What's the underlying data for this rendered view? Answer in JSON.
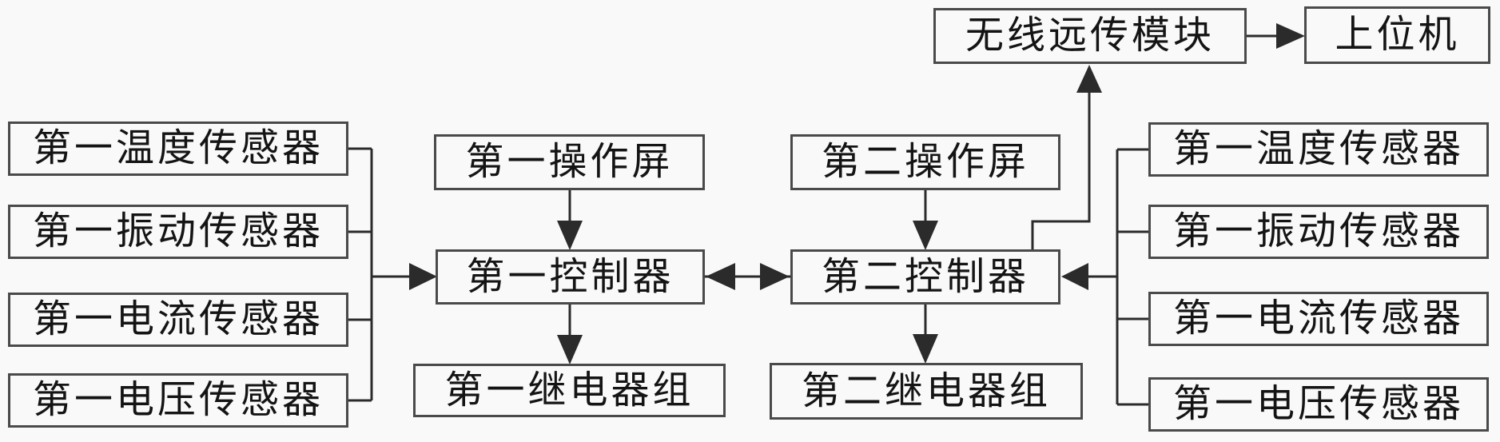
{
  "diagram_type": "block-diagram",
  "description": "Patent-style control system block diagram with two controller columns, sensor banks, relay groups, wireless module and host computer",
  "nodes": {
    "left_sensors": [
      {
        "label": "第一温度传感器"
      },
      {
        "label": "第一振动传感器"
      },
      {
        "label": "第一电流传感器"
      },
      {
        "label": "第一电压传感器"
      }
    ],
    "right_sensors": [
      {
        "label": "第一温度传感器"
      },
      {
        "label": "第一振动传感器"
      },
      {
        "label": "第一电流传感器"
      },
      {
        "label": "第一电压传感器"
      }
    ],
    "column1": {
      "screen": "第一操作屏",
      "controller": "第一控制器",
      "relays": "第一继电器组"
    },
    "column2": {
      "screen": "第二操作屏",
      "controller": "第二控制器",
      "relays": "第二继电器组"
    },
    "wireless": "无线远传模块",
    "host": "上位机"
  },
  "edges": [
    "left_sensors -> controller1 (arrow right)",
    "screen1 -> controller1 (arrow down)",
    "controller1 -> relays1 (arrow down)",
    "controller1 <-> controller2 (double arrow)",
    "screen2 -> controller2 (arrow down)",
    "controller2 -> relays2 (arrow down)",
    "right_sensors -> controller2 (arrow left)",
    "controller2 -> wireless (arrow up)",
    "wireless -> host (arrow right)"
  ],
  "colors": {
    "background": "#f9f9f9",
    "border": "#4a4a4a",
    "line": "#2b2b2b",
    "text": "#141414"
  }
}
